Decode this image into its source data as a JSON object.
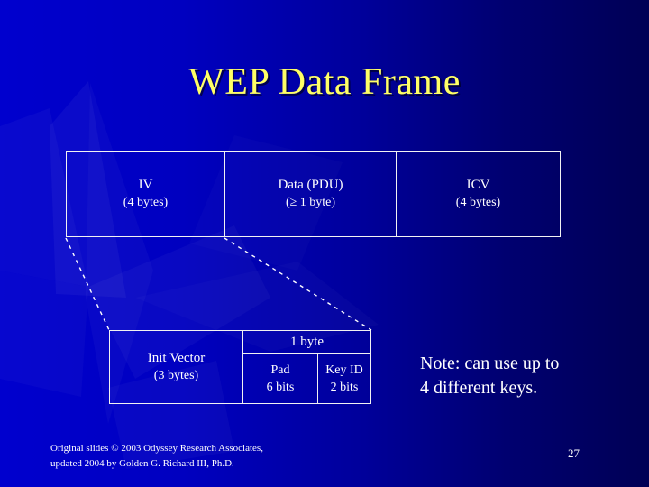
{
  "slide": {
    "title": "WEP Data Frame",
    "page_number": "27",
    "accent_color": "#FFFF66",
    "text_color": "#FFFFFF",
    "background_left_color": "#0000CE",
    "background_right_color": "#000055"
  },
  "frame": {
    "name": "WEP data frame layout",
    "cells": [
      {
        "label": "IV",
        "size": "(4 bytes)"
      },
      {
        "label": "Data (PDU)",
        "size": "(≥ 1 byte)"
      },
      {
        "label": "ICV",
        "size": "(4 bytes)"
      }
    ]
  },
  "detail": {
    "name": "IV field expansion",
    "init_vector": {
      "label": "Init Vector",
      "size": "(3 bytes)"
    },
    "byte_header": "1 byte",
    "subfields": [
      {
        "label": "Pad",
        "size": "6 bits"
      },
      {
        "label": "Key ID",
        "size": "2 bits"
      }
    ]
  },
  "note": {
    "line1": "Note: can use up to",
    "line2": "4 different keys."
  },
  "footer": {
    "line1": "Original slides © 2003 Odyssey Research Associates,",
    "line2": "updated 2004 by Golden G. Richard III, Ph.D."
  }
}
